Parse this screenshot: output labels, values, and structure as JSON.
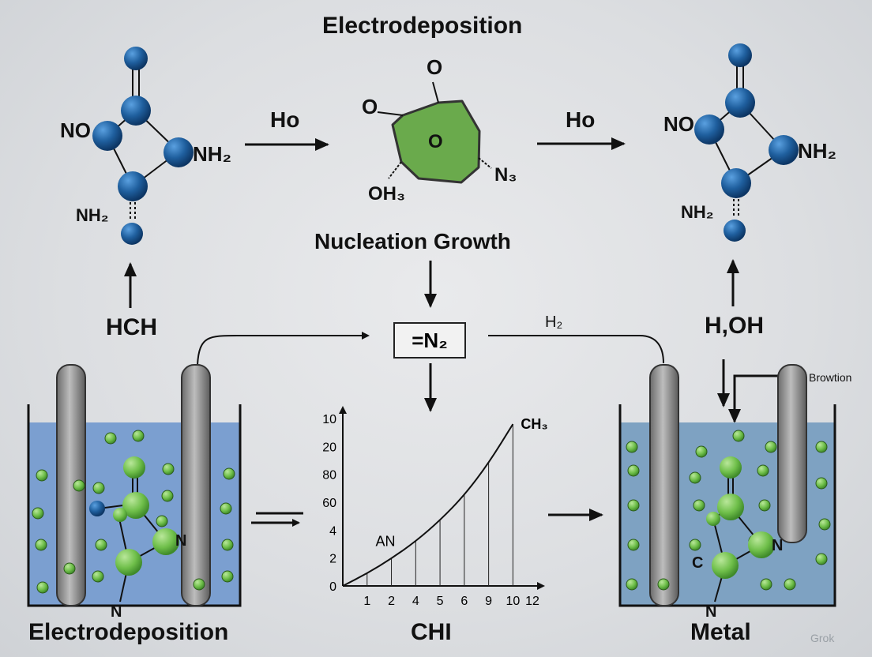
{
  "title": "Electrodeposition",
  "nucleation_label": "Nucleation Growth",
  "arrow_labels": {
    "top_left": "Ho",
    "top_right": "Ho",
    "h2": "H₂",
    "browtion": "Browtion"
  },
  "left_molecule": {
    "no": "NO",
    "nh2_right": "NH₂",
    "nh2_bottom": "NH₂"
  },
  "center_ring": {
    "o_top": "O",
    "o_left": "O",
    "o_center": "O",
    "oh3": "OH₃",
    "n3": "N₃"
  },
  "right_molecule": {
    "no": "NO",
    "nh2_right": "NH₂",
    "nh2_bottom": "NH₂"
  },
  "hch": "HCH",
  "h2oh": "H,OH",
  "box_formula": "=N₂",
  "left_beaker": {
    "n1": "N",
    "n2": "N"
  },
  "right_beaker": {
    "n1": "N",
    "n2": "N",
    "c": "C"
  },
  "bottom_labels": {
    "left": "Electrodeposition",
    "center": "CHI",
    "right": "Metal"
  },
  "chart_data": {
    "type": "line",
    "x_ticks": [
      "1",
      "2",
      "4",
      "5",
      "6",
      "9",
      "10",
      "12"
    ],
    "y_ticks": [
      "0",
      "2",
      "4",
      "60",
      "80",
      "20",
      "10"
    ],
    "annotations": [
      "AN",
      "CH₃"
    ],
    "x": [
      0,
      1,
      2,
      3,
      4,
      5,
      6,
      7
    ],
    "y": [
      0,
      0.45,
      0.98,
      1.6,
      2.35,
      3.25,
      4.4,
      5.8
    ],
    "drop_lines_at": [
      1,
      2,
      3,
      4,
      5,
      6,
      7
    ],
    "ylim": [
      0,
      6
    ],
    "xlim": [
      0,
      7.8
    ]
  },
  "watermark": "Grok",
  "colors": {
    "blue_atom": "#1f5f9e",
    "green_atom": "#6fbf4a",
    "ring_green": "#6aaa4c",
    "liquid_left": "#7b9fd0",
    "liquid_right": "#7ea2c2"
  }
}
